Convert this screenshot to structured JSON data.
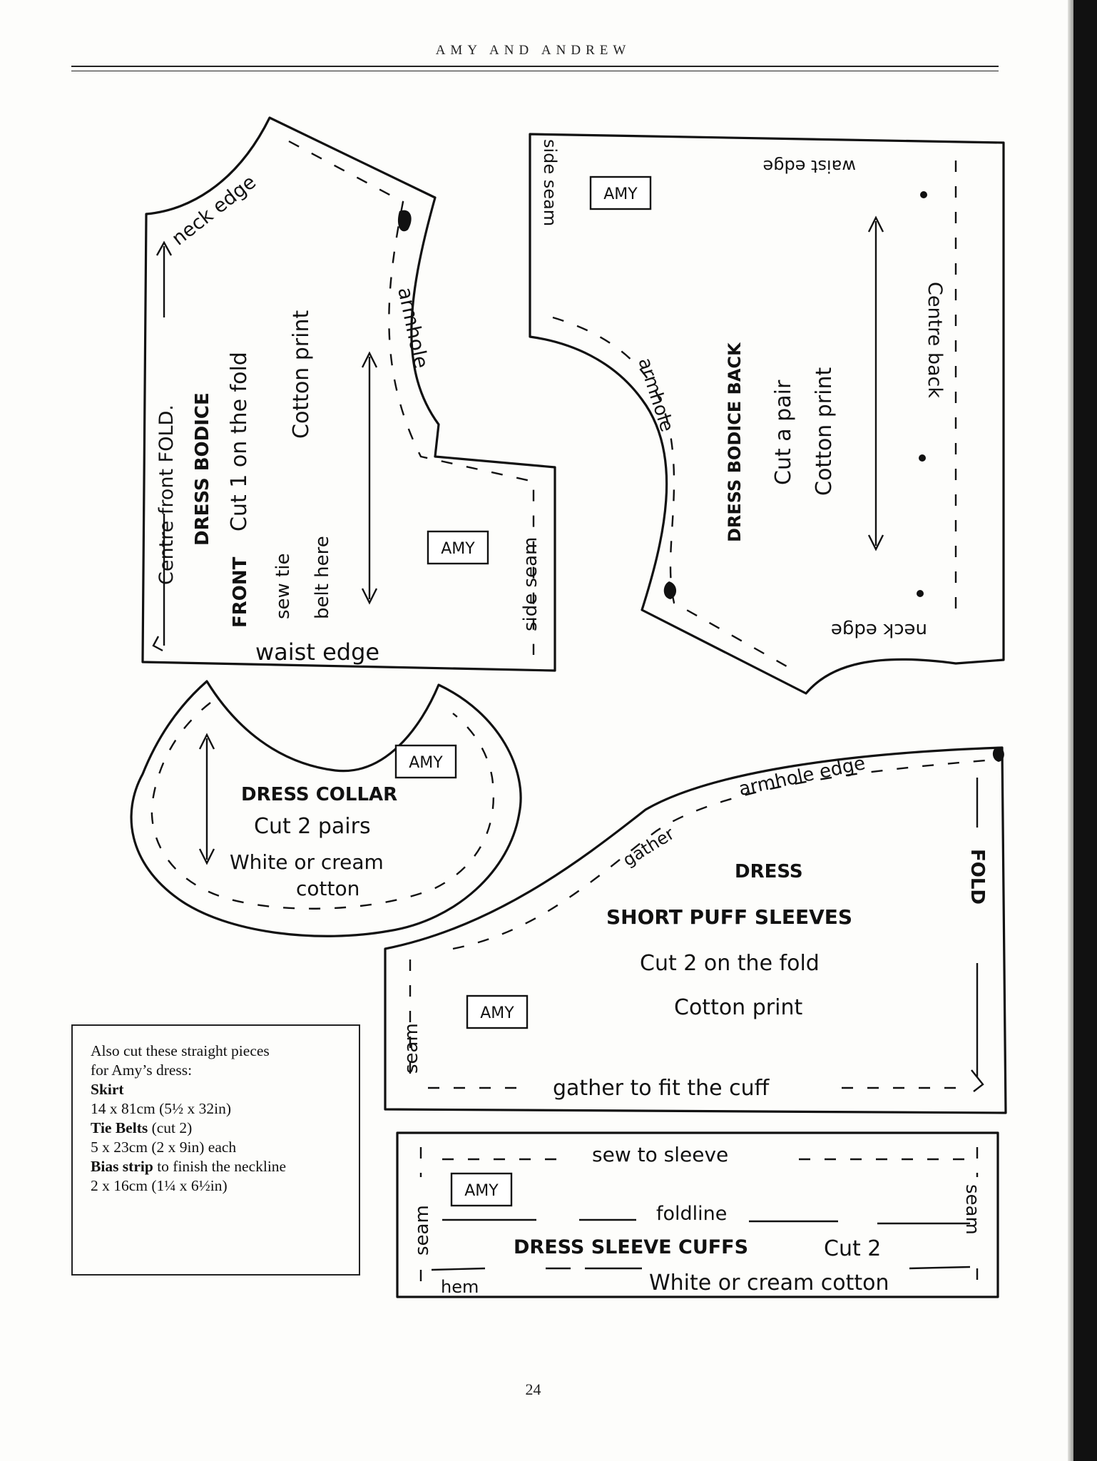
{
  "running_head": "AMY AND ANDREW",
  "page_number": "24",
  "tag": "AMY",
  "front_bodice": {
    "neck_edge": "neck edge",
    "centre_front": "Centre front FOLD.",
    "title": "DRESS BODICE",
    "cut": "Cut 1 on the fold",
    "fabric": "Cotton print",
    "front": "FRONT",
    "sew_tie": "sew tie",
    "belt_here": "belt here",
    "armhole": "armhole",
    "side_seam": "side seam",
    "waist_edge": "waist edge"
  },
  "back_bodice": {
    "waist_edge": "waist edge",
    "side_seam": "side seam",
    "title": "DRESS BODICE BACK",
    "cut": "Cut a pair",
    "fabric": "Cotton print",
    "centre_back": "Centre back",
    "armhole": "armhole",
    "neck_edge": "neck edge"
  },
  "collar": {
    "title": "DRESS COLLAR",
    "cut": "Cut 2 pairs",
    "fabric_line1": "White or cream",
    "fabric_line2": "cotton"
  },
  "sleeve": {
    "armhole_edge": "armhole edge",
    "gather": "gather",
    "title": "DRESS",
    "subtitle": "SHORT PUFF SLEEVES",
    "cut": "Cut 2 on the fold",
    "fabric": "Cotton print",
    "fold": "FOLD",
    "seam": "seam",
    "gather_cuff": "gather to fit the cuff"
  },
  "cuff": {
    "sew_to_sleeve": "sew to sleeve",
    "foldline": "foldline",
    "title": "DRESS SLEEVE CUFFS",
    "cut": "Cut 2",
    "fabric": "White or cream cotton",
    "seam_left": "seam",
    "seam_right": "seam",
    "hem": "hem"
  },
  "note": {
    "intro_line1": "Also cut these straight pieces",
    "intro_line2": "for Amy’s dress:",
    "skirt_label": "Skirt",
    "skirt_size": "14 x 81cm (5½ x 32in)",
    "tie_label": "Tie Belts",
    "tie_qty": " (cut 2)",
    "tie_size": "5 x 23cm (2 x 9in) each",
    "bias_label": "Bias strip",
    "bias_text": " to finish the neckline",
    "bias_size": "2 x 16cm (1¼ x 6½in)"
  }
}
